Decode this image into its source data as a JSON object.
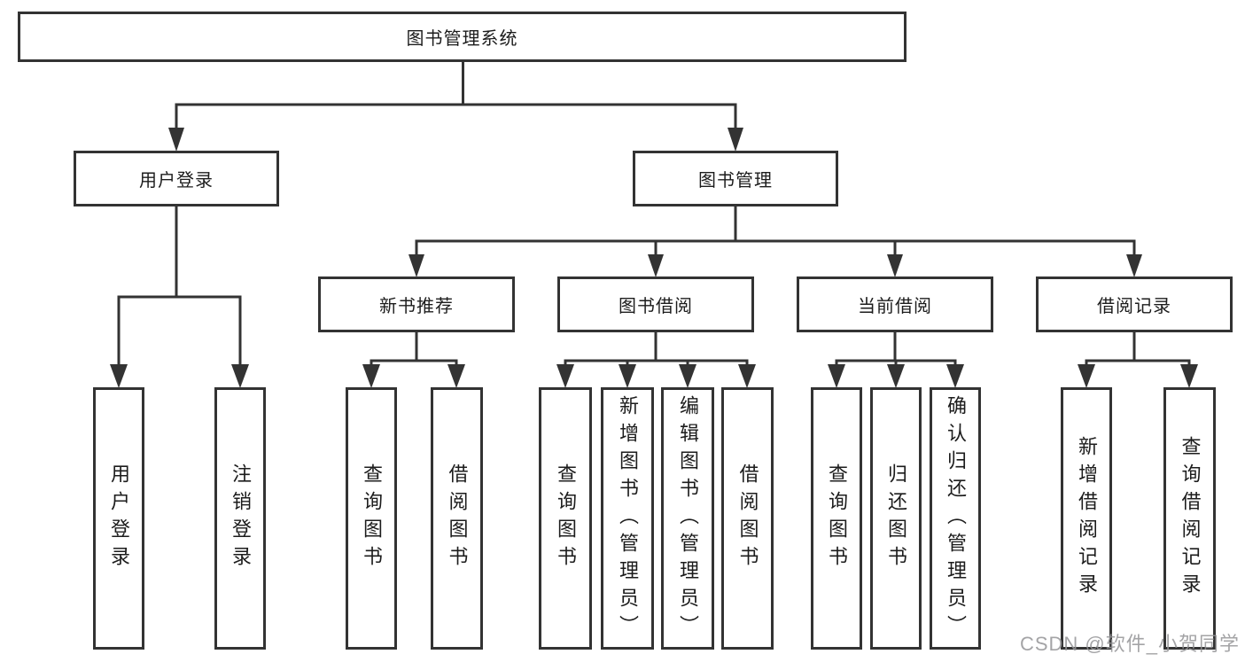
{
  "diagram": {
    "type": "hierarchy-tree",
    "colors": {
      "line": "#333333",
      "box_border": "#333333",
      "box_fill": "#ffffff",
      "text": "#1c1c1c",
      "watermark": "#949496",
      "background": "#ffffff"
    },
    "nodes": {
      "root": {
        "label": "图书管理系统"
      },
      "user_login": {
        "label": "用户登录"
      },
      "book_mgmt": {
        "label": "图书管理"
      },
      "new_book_rec": {
        "label": "新书推荐"
      },
      "book_borrow": {
        "label": "图书借阅"
      },
      "current_borrow": {
        "label": "当前借阅"
      },
      "borrow_records": {
        "label": "借阅记录"
      },
      "login": {
        "label": "用户登录"
      },
      "logout": {
        "label": "注销登录"
      },
      "rec_query_book": {
        "label": "查询图书"
      },
      "rec_borrow_book": {
        "label": "借阅图书"
      },
      "bb_query_book": {
        "label": "查询图书"
      },
      "bb_add_book": {
        "label": "新增图书（管理员）"
      },
      "bb_edit_book": {
        "label": "编辑图书（管理员）"
      },
      "bb_borrow_book": {
        "label": "借阅图书"
      },
      "cb_query_book": {
        "label": "查询图书"
      },
      "cb_return_book": {
        "label": "归还图书"
      },
      "cb_confirm_return": {
        "label": "确认归还（管理员）"
      },
      "br_add_record": {
        "label": "新增借阅记录"
      },
      "br_query_record": {
        "label": "查询借阅记录"
      }
    },
    "hierarchy": {
      "图书管理系统": {
        "用户登录": [
          "用户登录",
          "注销登录"
        ],
        "图书管理": {
          "新书推荐": [
            "查询图书",
            "借阅图书"
          ],
          "图书借阅": [
            "查询图书",
            "新增图书（管理员）",
            "编辑图书（管理员）",
            "借阅图书"
          ],
          "当前借阅": [
            "查询图书",
            "归还图书",
            "确认归还（管理员）"
          ],
          "借阅记录": [
            "新增借阅记录",
            "查询借阅记录"
          ]
        }
      }
    }
  },
  "watermark": {
    "text": "CSDN @软件_小贺同学"
  }
}
